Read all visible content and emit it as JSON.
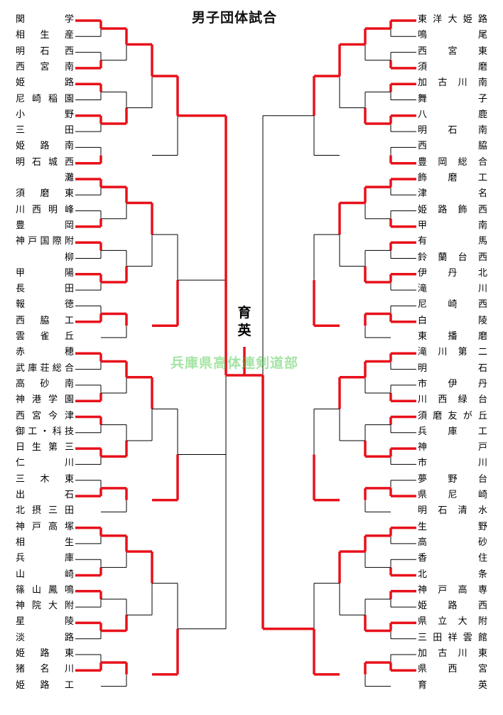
{
  "title": "男子団体試合",
  "champion": "育英",
  "watermark": "兵庫県高体連剣道部",
  "colors": {
    "win": "#e8101a",
    "line": "#000000"
  },
  "left_teams": [
    "関学",
    "相生産",
    "明石西",
    "西宮南",
    "姫路",
    "尼崎稲園",
    "小野",
    "三田",
    "姫路南",
    "明石城西",
    "灘",
    "須磨東",
    "川西明峰",
    "豊岡",
    "神戸国際附",
    "柳",
    "甲陽",
    "長田",
    "報徳",
    "西脇工",
    "雲雀丘",
    "赤穂",
    "武庫荘総合",
    "高砂南",
    "神港学園",
    "西宮今津",
    "御工・科技",
    "日生第三",
    "仁川",
    "三木東",
    "出石",
    "北摂三田",
    "神戸高塚",
    "相生",
    "兵庫",
    "山崎",
    "篠山鳳鳴",
    "神院大附",
    "星陵",
    "淡路",
    "姫路東",
    "猪名川",
    "姫路工"
  ],
  "right_teams": [
    "東洋大姫路",
    "鳴尾",
    "西宮東",
    "須磨",
    "加古川南",
    "舞子",
    "八鹿",
    "明石南",
    "西脇",
    "豊岡総合",
    "飾磨工",
    "津名",
    "姫路飾西",
    "甲南",
    "有馬",
    "鈴蘭台西",
    "伊丹北",
    "滝川",
    "尼崎西",
    "白陵",
    "東播磨",
    "滝川第二",
    "明石",
    "市伊丹",
    "川西緑台",
    "須磨友が丘",
    "兵庫工",
    "神戸",
    "市川",
    "夢野台",
    "県尼崎",
    "明石清水",
    "生野",
    "高砂",
    "香住",
    "北条",
    "神戸高専",
    "姫路西",
    "県立大附",
    "三田祥雲館",
    "加古川東",
    "県西宮",
    "育英"
  ]
}
